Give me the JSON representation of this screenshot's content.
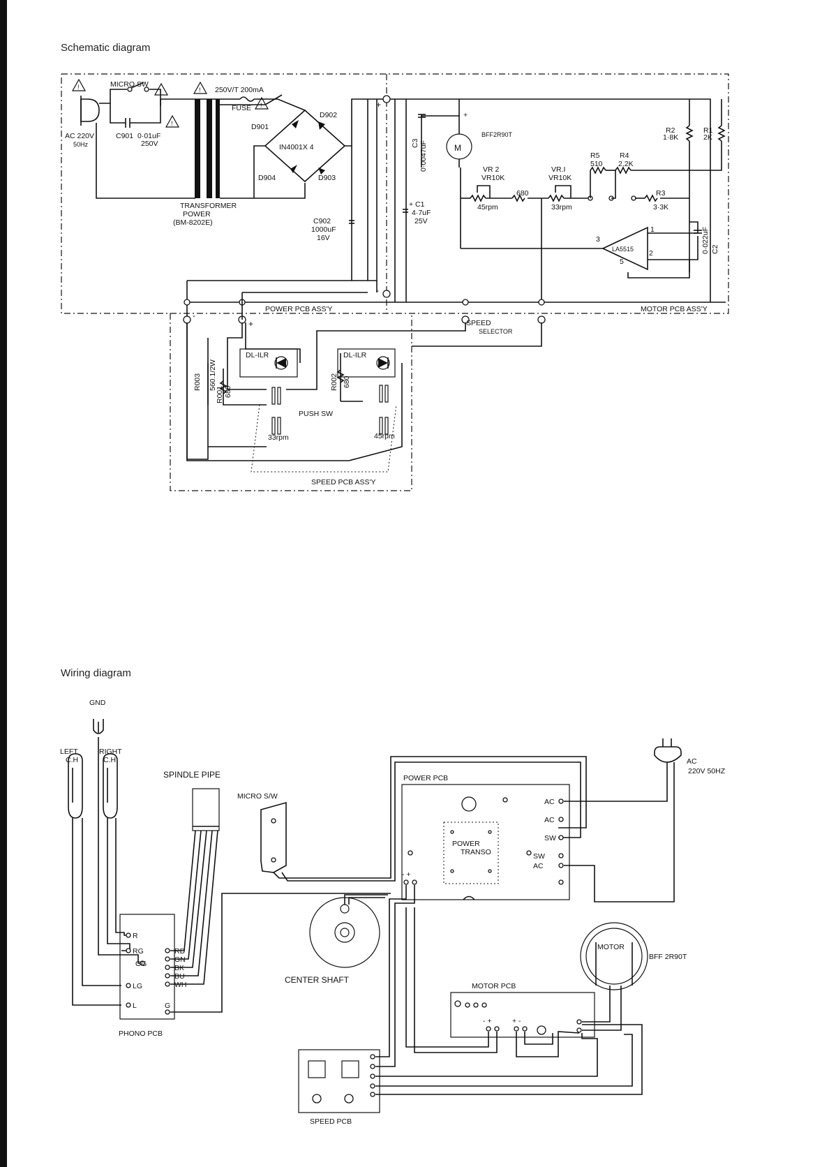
{
  "headings": {
    "schematic": "Schematic diagram",
    "wiring": "Wiring diagram"
  },
  "schematic": {
    "micro_sw": "MICRO SW",
    "fuse_rating": "250V/T 200mA",
    "fuse": "FUSE",
    "ac_source": [
      "AC 220V",
      "50Hz"
    ],
    "c901": [
      "C901",
      "0·01uF",
      "250V"
    ],
    "diodes": {
      "d901": "D901",
      "d902": "D902",
      "d903": "D903",
      "d904": "D904"
    },
    "bridge": "IN4001X 4",
    "transformer": [
      "TRANSFORMER",
      "POWER",
      "(BM-8202E)"
    ],
    "c902": [
      "C902",
      "1000uF",
      "16V"
    ],
    "c1": [
      "+ C1",
      "4·7uF",
      "25V"
    ],
    "c3": [
      "C3",
      "0·0047uF"
    ],
    "motor_symbol": "M",
    "motor_model": "BFF2R90T",
    "vr2": [
      "VR 2",
      "VR10K"
    ],
    "vr1": [
      "VR.I",
      "VR10K"
    ],
    "speed45": "45rpm",
    "speed33": "33rpm",
    "r680": "680",
    "r5": [
      "R5",
      "510"
    ],
    "r4": [
      "R4",
      "2.2K"
    ],
    "r2": [
      "R2",
      "1·8K"
    ],
    "r1": [
      "R1",
      "2K"
    ],
    "r3": [
      "R3",
      "3·3K"
    ],
    "ic": "LA5515",
    "c2": [
      "0·022uF",
      "C2"
    ],
    "pins": [
      "1",
      "2",
      "3",
      "5"
    ],
    "power_pcb": "POWER PCB ASS'Y",
    "motor_pcb": "MOTOR PCB ASS'Y",
    "speed_selector": [
      "SPEED",
      "SELECTOR"
    ],
    "led_left": "DL-ILR",
    "led_right": "DL-ILR",
    "r003": [
      "R003",
      "560.1/2W"
    ],
    "r001": [
      "R001",
      "680"
    ],
    "r002": [
      "R002",
      "680"
    ],
    "push_sw": "PUSH SW",
    "sw33": "33rpm",
    "sw45": "45rpm",
    "speed_pcb": "SPEED PCB ASS'Y",
    "plus": "+",
    "minus": "-"
  },
  "wiring": {
    "gnd": "GND",
    "left_ch": [
      "LEFT",
      "C.H"
    ],
    "right_ch": [
      "RIGHT",
      "C.H"
    ],
    "spindle_pipe": "SPINDLE PIPE",
    "micro_sw": "MICRO S/W",
    "power_pcb": "POWER PCB",
    "power_transo": [
      "POWER",
      "TRANSO"
    ],
    "terminals": [
      "AC",
      "AC",
      "SW",
      "SW",
      "AC"
    ],
    "ac_plug": [
      "AC",
      "220V 50HZ"
    ],
    "phono_pins": [
      "R",
      "RG",
      "LG",
      "L",
      "G"
    ],
    "og": "OG",
    "wire_colors": [
      "RD",
      "GN",
      "BK",
      "BU",
      "WH"
    ],
    "phono_pcb": "PHONO PCB",
    "center_shaft": "CENTER  SHAFT",
    "motor": "MOTOR",
    "motor_model": "BFF 2R90T",
    "motor_pcb": "MOTOR  PCB",
    "speed_pcb": "SPEED  PCB",
    "pm_left": "- +",
    "pm_right": "+ -",
    "pm_power": "- +"
  }
}
